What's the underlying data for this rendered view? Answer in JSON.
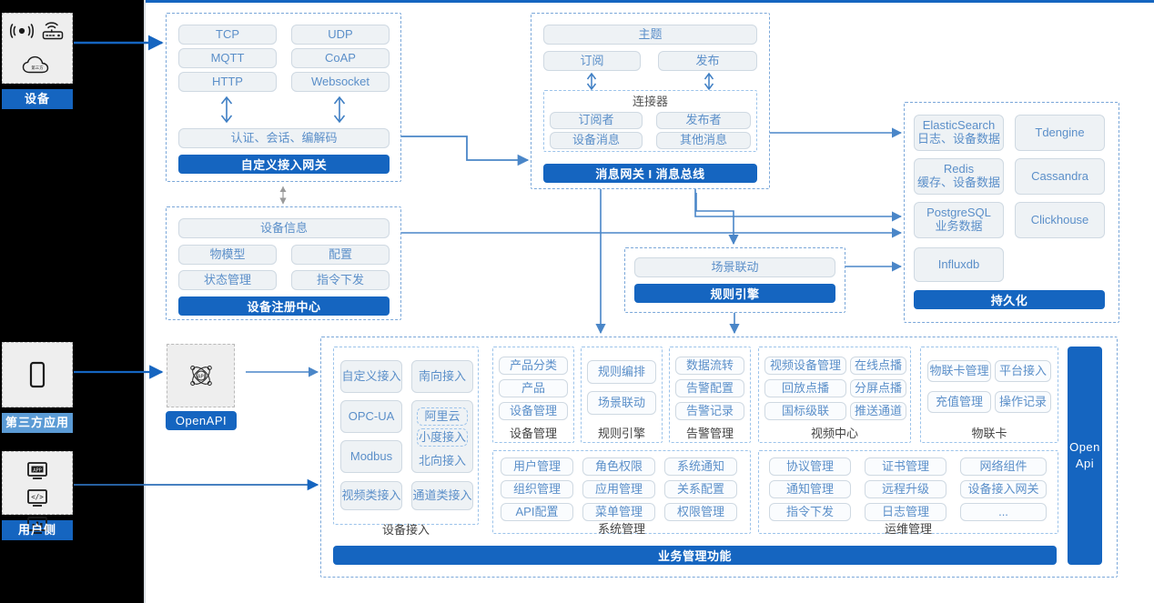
{
  "actors": [
    {
      "id": "device",
      "label": "设备",
      "icons": [
        "signal-icon",
        "router-icon",
        "cloud-icon"
      ]
    },
    {
      "id": "third-party",
      "label": "第三方应用",
      "icons": [
        "mobile-icon"
      ]
    },
    {
      "id": "user-side",
      "label": "用户侧",
      "icons": [
        "app-screen-icon",
        "code-screen-icon",
        "dashboard-screen-icon"
      ]
    }
  ],
  "gateway": {
    "protocols": [
      "TCP",
      "UDP",
      "MQTT",
      "CoAP",
      "HTTP",
      "Websocket"
    ],
    "middle": "认证、会话、编解码",
    "bar": "自定义接入网关"
  },
  "message": {
    "topic": "主题",
    "subscribe": "订阅",
    "publish": "发布",
    "connector_title": "连接器",
    "connector_items": [
      "订阅者",
      "发布者",
      "设备消息",
      "其他消息"
    ],
    "bar": "消息网关 I 消息总线"
  },
  "registry": {
    "info": "设备信息",
    "items": [
      "物模型",
      "配置",
      "状态管理",
      "指令下发"
    ],
    "bar": "设备注册中心"
  },
  "rules": {
    "scene": "场景联动",
    "bar": "规则引擎"
  },
  "persistence": {
    "stores": [
      {
        "name": "ElasticSearch",
        "sub": "日志、设备数据"
      },
      {
        "name": "Tdengine",
        "sub": ""
      },
      {
        "name": "Redis",
        "sub": "缓存、设备数据"
      },
      {
        "name": "Cassandra",
        "sub": ""
      },
      {
        "name": "PostgreSQL",
        "sub": "业务数据"
      },
      {
        "name": "Clickhouse",
        "sub": ""
      },
      {
        "name": "Influxdb",
        "sub": ""
      }
    ],
    "bar": "持久化"
  },
  "openapi": {
    "icon": "api-atom-icon",
    "label": "OpenAPI"
  },
  "business": {
    "groups_top": [
      {
        "caption": "设备接入",
        "layout": "access",
        "left": [
          "自定义接入",
          "OPC-UA",
          "Modbus",
          "视频类接入"
        ],
        "right": [
          "南向接入",
          "北向接入",
          "通道类接入"
        ],
        "nested": [
          "阿里云",
          "小度接入"
        ]
      },
      {
        "caption": "设备管理",
        "items": [
          "产品分类",
          "产品",
          "设备管理"
        ]
      },
      {
        "caption": "规则引擎",
        "items": [
          "规则编排",
          "场景联动"
        ]
      },
      {
        "caption": "告警管理",
        "items": [
          "数据流转",
          "告警配置",
          "告警记录"
        ]
      },
      {
        "caption": "视频中心",
        "items": [
          "视频设备管理",
          "在线点播",
          "回放点播",
          "分屏点播",
          "国标级联",
          "推送通道"
        ]
      },
      {
        "caption": "物联卡",
        "items": [
          "物联卡管理",
          "平台接入",
          "充值管理",
          "操作记录"
        ]
      }
    ],
    "groups_bottom": [
      {
        "caption": "系统管理",
        "items": [
          "用户管理",
          "角色权限",
          "系统通知",
          "组织管理",
          "应用管理",
          "关系配置",
          "API配置",
          "菜单管理",
          "权限管理"
        ]
      },
      {
        "caption": "运维管理",
        "items": [
          "协议管理",
          "证书管理",
          "网络组件",
          "通知管理",
          "远程升级",
          "设备接入网关",
          "指令下发",
          "日志管理",
          "..."
        ]
      }
    ],
    "side_bar_lines": [
      "Open",
      "Api"
    ],
    "footer_bar": "业务管理功能"
  },
  "colors": {
    "accent": "#1565c0",
    "chip_text": "#5b8fc9",
    "chip_bg": "#eef2f5",
    "chip_border": "#cfd9e2",
    "panel_border": "#7aa7d9",
    "rail": "#000000"
  }
}
